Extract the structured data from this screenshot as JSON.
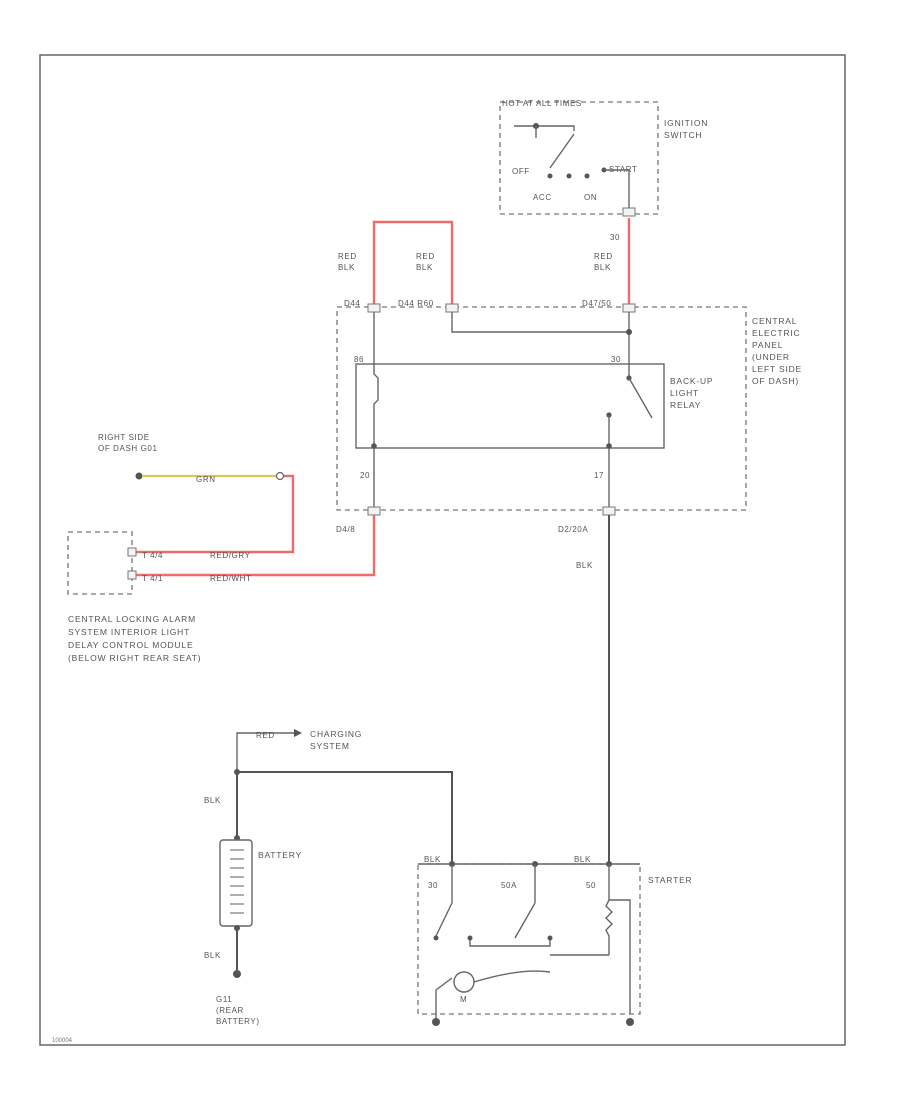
{
  "diagram": {
    "ignition_switch": {
      "header": "HOT AT ALL TIMES",
      "name": "IGNITION SWITCH",
      "positions": {
        "off": "OFF",
        "acc": "ACC",
        "on": "ON",
        "start": "START"
      },
      "pin": "30"
    },
    "wire_colors": {
      "red_blk": "RED BLK",
      "blk": "BLK",
      "grn": "GRN",
      "red_gry": "RED/GRY",
      "red_wht": "RED/WHT",
      "red": "RED"
    },
    "central_panel": {
      "name": "CENTRAL ELECTRIC PANEL (UNDER LEFT SIDE OF DASH)",
      "top_pins": {
        "left": "D44",
        "mid": "D44 R60",
        "right": "D47/50"
      },
      "relay_pins": {
        "left_top": "86",
        "right_top": "30",
        "left_bottom": "20",
        "right_bottom": "17"
      },
      "bottom_connectors": {
        "left": "D4/8",
        "right": "D2/20A"
      },
      "relay_name": "BACK-UP LIGHT RELAY"
    },
    "ground": {
      "name": "RIGHT SIDE OF DASH G01"
    },
    "alarm_module": {
      "pins": {
        "top": "T 4/4",
        "bottom": "T 4/1"
      },
      "name": "CENTRAL LOCKING ALARM SYSTEM INTERIOR LIGHT DELAY CONTROL MODULE (BELOW RIGHT REAR SEAT)"
    },
    "charging": {
      "name": "CHARGING SYSTEM"
    },
    "battery": {
      "name": "BATTERY",
      "ground": "G11 (REAR BATTERY)"
    },
    "starter": {
      "name": "STARTER",
      "pins": {
        "left": "30",
        "mid": "50A",
        "right": "50"
      },
      "motor": "M"
    },
    "figure_code": "100004"
  }
}
